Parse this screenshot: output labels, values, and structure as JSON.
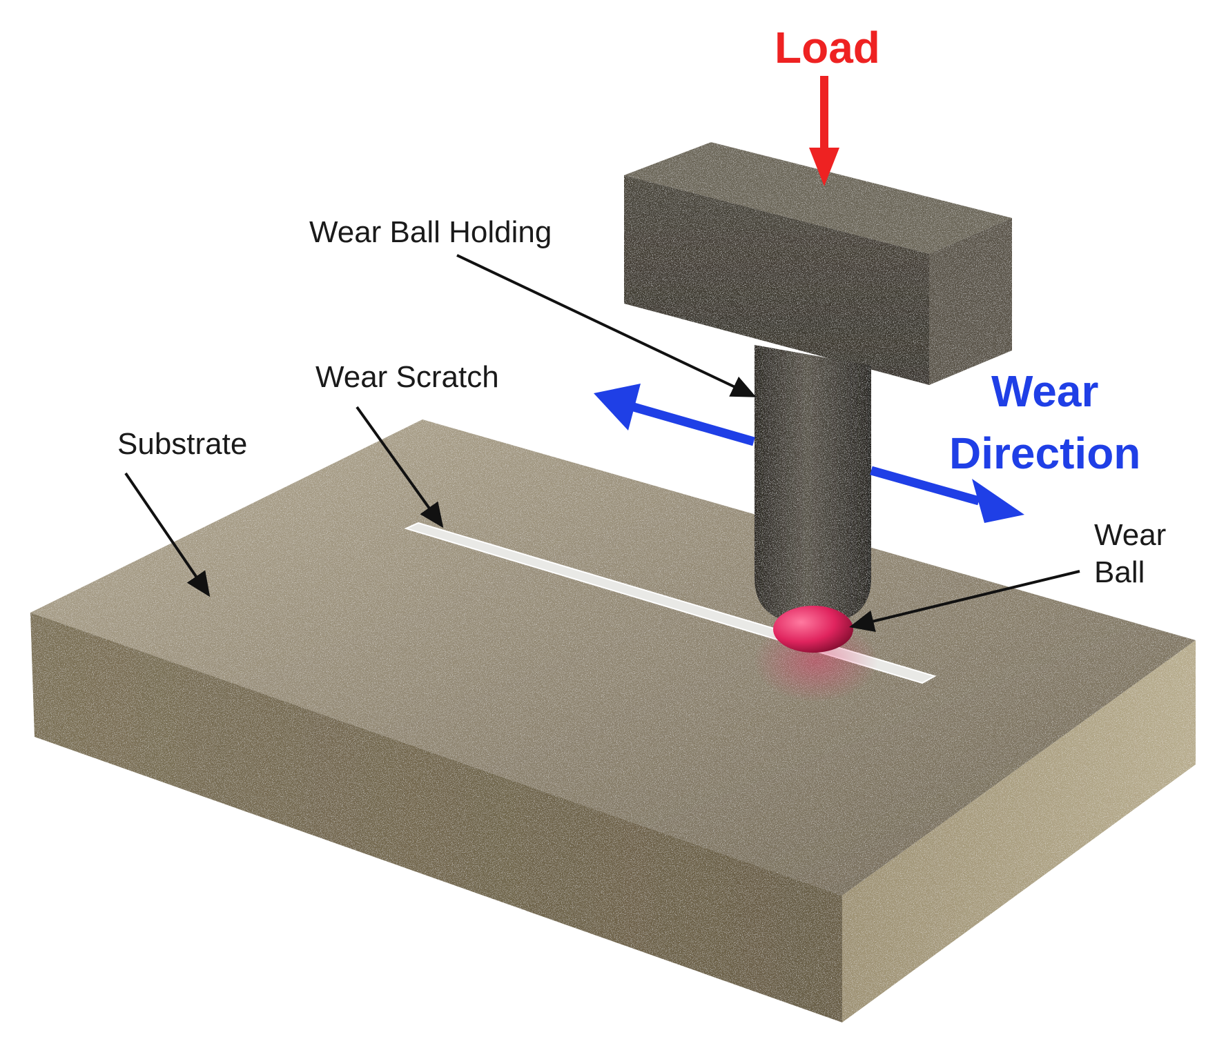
{
  "colors": {
    "load": "#ee2222",
    "direction": "#1f3fe6",
    "ball": "#e0245e",
    "leader": "#111111"
  },
  "labels": {
    "load": "Load",
    "wear_direction": [
      "Wear",
      "Direction"
    ],
    "wear_ball_holding": "Wear Ball Holding",
    "wear_scratch": "Wear Scratch",
    "substrate": "Substrate",
    "wear_ball": [
      "Wear",
      "Ball"
    ]
  }
}
